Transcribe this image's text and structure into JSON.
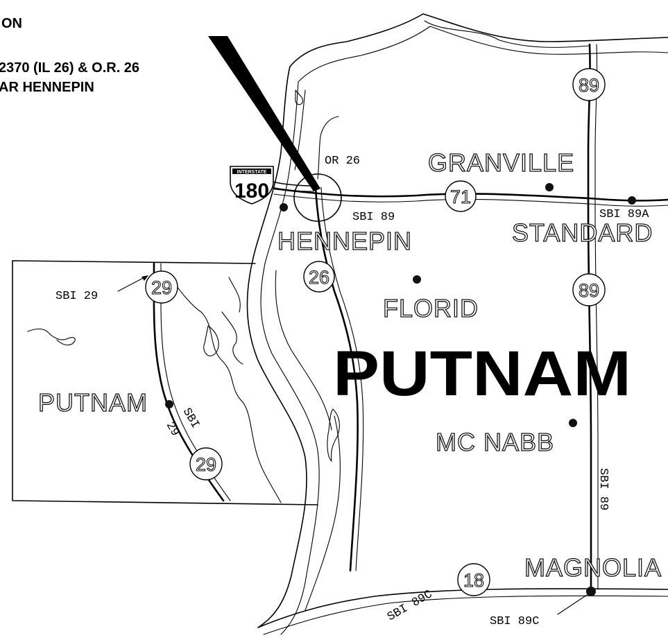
{
  "callout": {
    "line1": "ON",
    "line2": "2370 (IL 26) & O.R. 26",
    "line3": "AR HENNEPIN"
  },
  "county": "PUTNAM",
  "towns": {
    "granville": "GRANVILLE",
    "hennepin": "HENNEPIN",
    "standard": "STANDARD",
    "florid": "FLORID",
    "mcnabb": "MC NABB",
    "magnolia": "MAGNOLIA",
    "putnam": "PUTNAM"
  },
  "routes": {
    "interstate_label": "INTERSTATE",
    "interstate_number": "180",
    "il89_top": "89",
    "il89_mid": "89",
    "il71": "71",
    "il26": "26",
    "il29_top": "29",
    "il29_bottom": "29",
    "il18": "18"
  },
  "bridge_labels": {
    "or26": "OR 26",
    "sbi89": "SBI 89",
    "sbi89a": "SBI 89A",
    "sbi29": "SBI 29",
    "sbi29_diag_a": "SBI",
    "sbi29_diag_b": "29",
    "sbi89_vertical": "SBI 89",
    "sbi89c_left": "SBI 89C",
    "sbi89c_right": "SBI 89C"
  }
}
